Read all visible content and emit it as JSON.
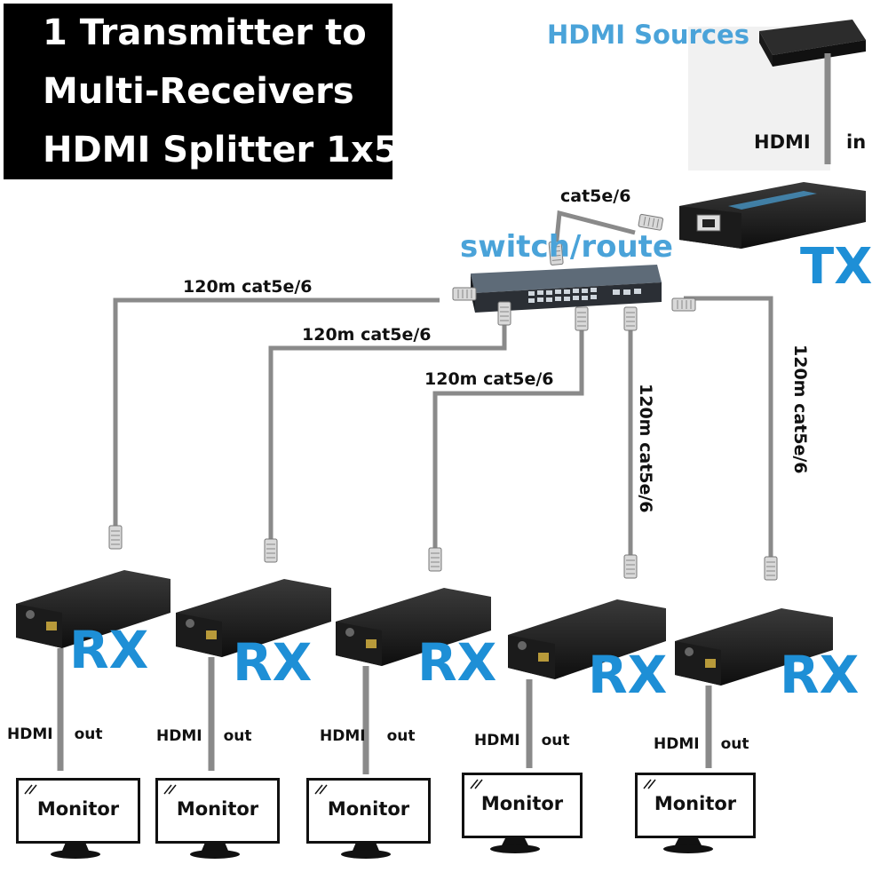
{
  "title": {
    "line1": "1 Transmitter to",
    "line2": "Multi-Receivers",
    "line3": "HDMI Splitter 1x5"
  },
  "source": {
    "label": "HDMI Sources",
    "hdmi": "HDMI",
    "in": "in"
  },
  "tx": {
    "label": "TX"
  },
  "switch": {
    "label": "switch/route",
    "cable_label": "cat5e/6"
  },
  "cables": [
    "120m cat5e/6",
    "120m cat5e/6",
    "120m cat5e/6",
    "120m cat5e/6",
    "120m cat5e/6"
  ],
  "receivers": [
    {
      "label": "RX",
      "hdmi": "HDMI",
      "out": "out",
      "monitor": "Monitor"
    },
    {
      "label": "RX",
      "hdmi": "HDMI",
      "out": "out",
      "monitor": "Monitor"
    },
    {
      "label": "RX",
      "hdmi": "HDMI",
      "out": "out",
      "monitor": "Monitor"
    },
    {
      "label": "RX",
      "hdmi": "HDMI",
      "out": "out",
      "monitor": "Monitor"
    },
    {
      "label": "RX",
      "hdmi": "HDMI",
      "out": "out",
      "monitor": "Monitor"
    }
  ],
  "colors": {
    "rx_blue": "#1e8fd6",
    "light_blue": "#4aa3d9",
    "cable_gray": "#8a8a8a"
  }
}
